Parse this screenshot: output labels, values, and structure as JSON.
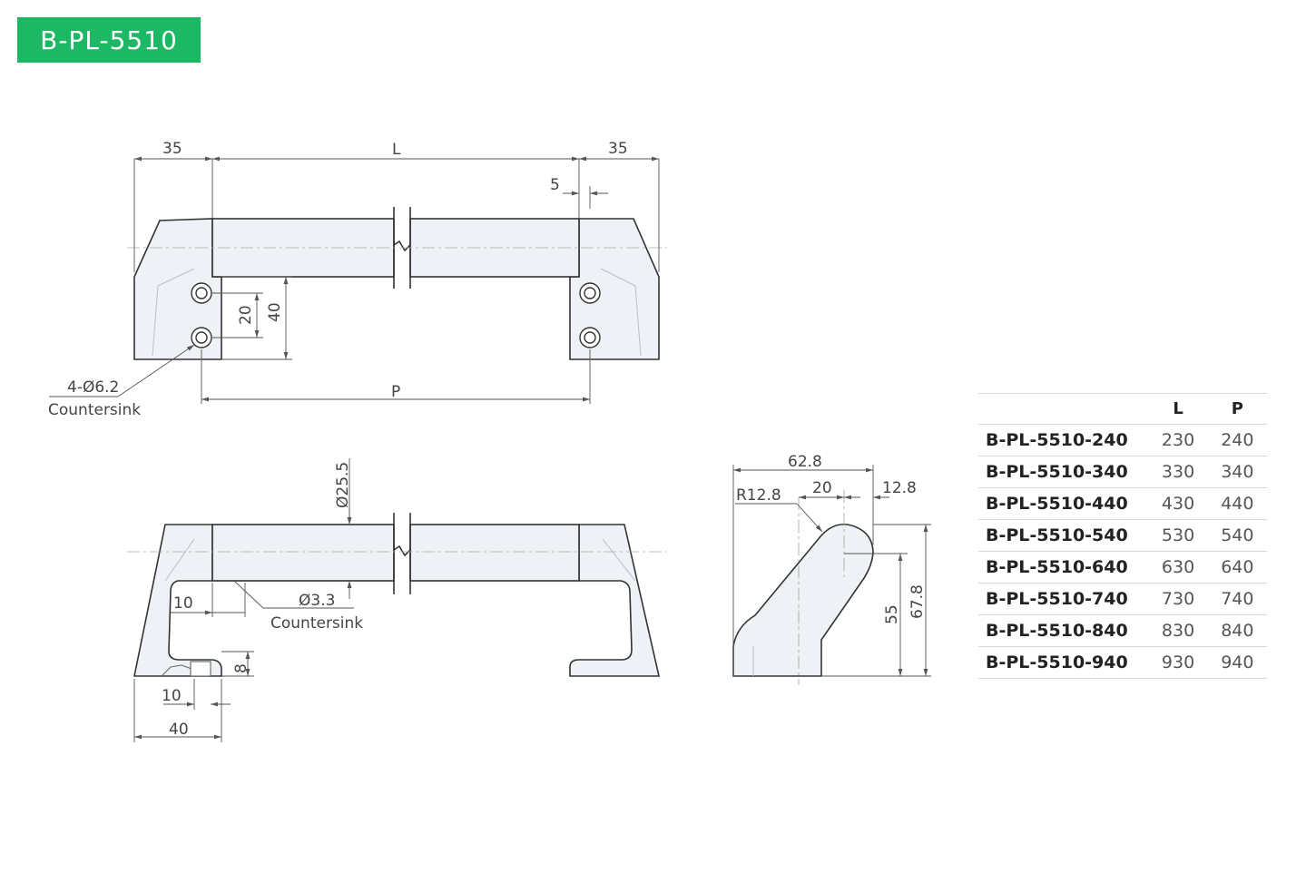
{
  "badge": {
    "label": "B-PL-5510",
    "color": "#1db866"
  },
  "front_view": {
    "dim_left": "35",
    "dim_length": "L",
    "dim_right": "35",
    "dim_offset": "5",
    "dim_hole_spacing": "20",
    "dim_height": "40",
    "dim_pitch": "P",
    "hole_callout": "4-Ø6.2",
    "hole_callout_note": "Countersink"
  },
  "top_view": {
    "dim_diameter": "Ø25.5",
    "dim_inner": "10",
    "hole_callout": "Ø3.3",
    "hole_callout_note": "Countersink",
    "dim_foot_height": "8",
    "dim_foot_offset": "10",
    "dim_foot_width": "40"
  },
  "side_view": {
    "dim_width": "62.8",
    "dim_radius": "R12.8",
    "dim_center": "20",
    "dim_tip": "12.8",
    "dim_height_center": "55",
    "dim_height_total": "67.8"
  },
  "spec_table": {
    "headers": {
      "model": "",
      "L": "L",
      "P": "P"
    },
    "rows": [
      {
        "model": "B-PL-5510-240",
        "L": "230",
        "P": "240"
      },
      {
        "model": "B-PL-5510-340",
        "L": "330",
        "P": "340"
      },
      {
        "model": "B-PL-5510-440",
        "L": "430",
        "P": "440"
      },
      {
        "model": "B-PL-5510-540",
        "L": "530",
        "P": "540"
      },
      {
        "model": "B-PL-5510-640",
        "L": "630",
        "P": "640"
      },
      {
        "model": "B-PL-5510-740",
        "L": "730",
        "P": "740"
      },
      {
        "model": "B-PL-5510-840",
        "L": "830",
        "P": "840"
      },
      {
        "model": "B-PL-5510-940",
        "L": "930",
        "P": "940"
      }
    ]
  }
}
